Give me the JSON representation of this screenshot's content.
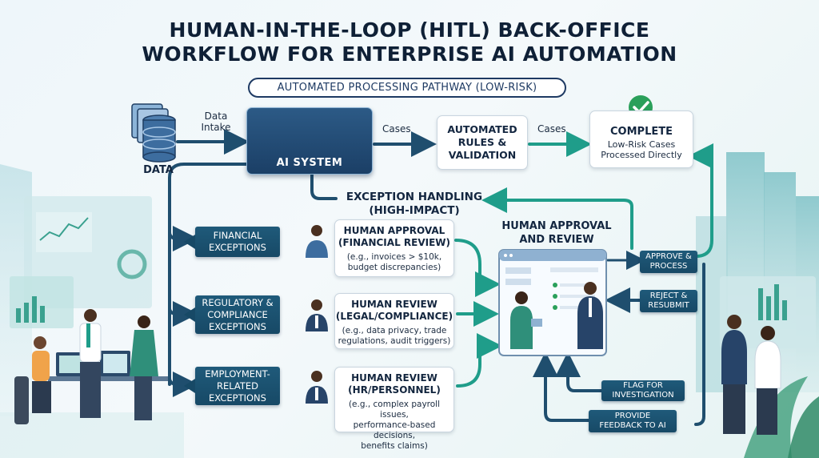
{
  "title": {
    "line1": "HUMAN-IN-THE-LOOP (HITL) BACK-OFFICE",
    "line2": "WORKFLOW FOR ENTERPRISE AI AUTOMATION"
  },
  "pathway_label": "AUTOMATED PROCESSING PATHWAY (LOW-RISK)",
  "data_node": {
    "label": "DATA",
    "edge_label": "Data\nIntake",
    "icon": "database-icon"
  },
  "ai_system": {
    "label": "AI SYSTEM",
    "icons": [
      "gears-icon",
      "neural-network-icon"
    ]
  },
  "edges": {
    "cases_1": "Cases",
    "cases_2": "Cases"
  },
  "automated_rules": {
    "label": "AUTOMATED\nRULES &\nVALIDATION"
  },
  "complete": {
    "title": "COMPLETE",
    "desc": "Low-Risk Cases\nProcessed Directly",
    "icon": "check-circle-icon"
  },
  "exception_handling": {
    "label": "EXCEPTION HANDLING\n(HIGH-IMPACT)"
  },
  "human_approval_label": "HUMAN APPROVAL\nAND REVIEW",
  "exceptions": [
    {
      "label": "FINANCIAL\nEXCEPTIONS"
    },
    {
      "label": "REGULATORY &\nCOMPLIANCE\nEXCEPTIONS"
    },
    {
      "label": "EMPLOYMENT-\nRELATED\nEXCEPTIONS"
    }
  ],
  "reviews": [
    {
      "title": "HUMAN APPROVAL\n(FINANCIAL REVIEW)",
      "desc": "(e.g., invoices > $10k,\nbudget discrepancies)"
    },
    {
      "title": "HUMAN REVIEW\n(LEGAL/COMPLIANCE)",
      "desc": "(e.g., data privacy, trade\nregulations, audit triggers)"
    },
    {
      "title": "HUMAN REVIEW\n(HR/PERSONNEL)",
      "desc": "(e.g., complex payroll issues,\nperformance-based decisions,\nbenefits claims)"
    }
  ],
  "actions": {
    "approve": "APPROVE &\nPROCESS",
    "reject": "REJECT &\nRESUBMIT",
    "flag": "FLAG FOR\nINVESTIGATION",
    "feedback": "PROVIDE\nFEEDBACK TO AI"
  },
  "colors": {
    "navy": "#1b3f66",
    "teal_arrow": "#1f9d8a",
    "dark_arrow": "#1f4e6e",
    "check_green": "#2aa05a"
  }
}
